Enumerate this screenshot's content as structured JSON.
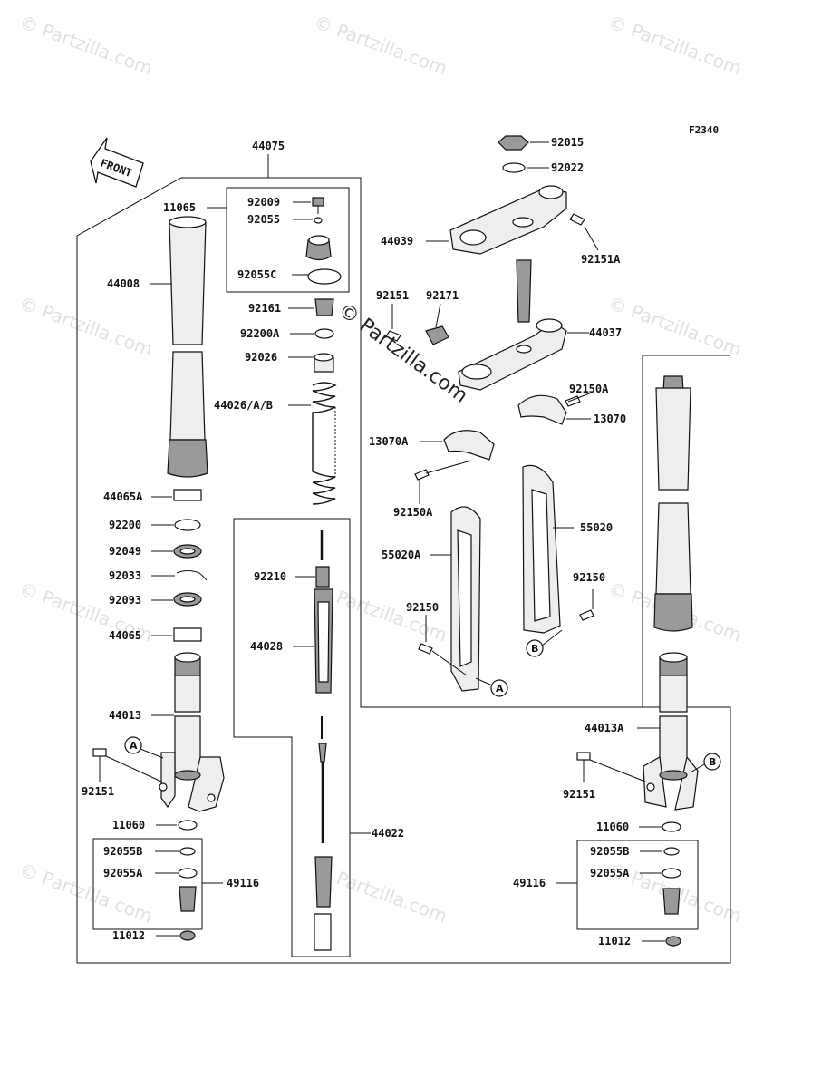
{
  "diagram_code": "F2340",
  "front_label": "FRONT",
  "watermark_text": "© Partzilla.com",
  "watermark_center": "© Partzilla.com",
  "labels": {
    "p44075": "44075",
    "p11065": "11065",
    "p92009": "92009",
    "p92055": "92055",
    "p92055C": "92055C",
    "p44008": "44008",
    "p92161": "92161",
    "p92200A": "92200A",
    "p92026": "92026",
    "p44026AB": "44026/A/B",
    "p44065A": "44065A",
    "p92200": "92200",
    "p92049": "92049",
    "p92033": "92033",
    "p92093": "92093",
    "p44065": "44065",
    "p44013": "44013",
    "p92151L": "92151",
    "p11060L": "11060",
    "p92055BL": "92055B",
    "p92055AL": "92055A",
    "p49116L": "49116",
    "p11012L": "11012",
    "p92210": "92210",
    "p44028": "44028",
    "p44022": "44022",
    "p92015": "92015",
    "p92022": "92022",
    "p44039": "44039",
    "p92151A_top": "92151A",
    "p92151_mid": "92151",
    "p92171": "92171",
    "p44037": "44037",
    "p92150A_r": "92150A",
    "p13070": "13070",
    "p13070A": "13070A",
    "p92150A_l": "92150A",
    "p55020": "55020",
    "p55020A": "55020A",
    "p92150_r": "92150",
    "p92150_l": "92150",
    "p44013A": "44013A",
    "p92151R": "92151",
    "p11060R": "11060",
    "p92055BR": "92055B",
    "p92055AR": "92055A",
    "p49116R": "49116",
    "p11012R": "11012"
  },
  "refs": {
    "a1": "A",
    "a2": "A",
    "b1": "B",
    "b2": "B"
  }
}
